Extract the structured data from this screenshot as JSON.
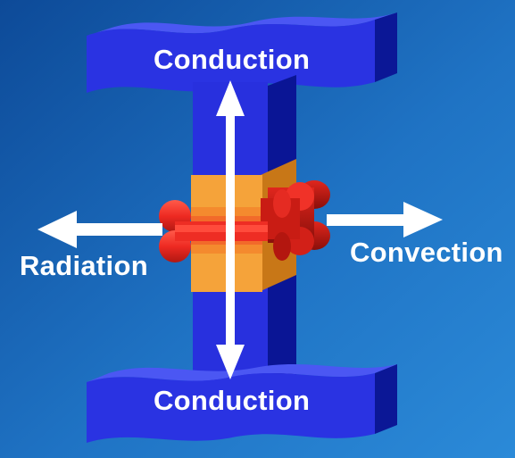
{
  "labels": {
    "conduction_top": "Conduction",
    "conduction_bottom": "Conduction",
    "radiation": "Radiation",
    "convection": "Convection"
  },
  "colors": {
    "background_dark": "#0b3f86",
    "background_light": "#2a86d6",
    "beam_front": "#2b33e0",
    "beam_side": "#0a1595",
    "beam_top": "#4a55f2",
    "block_front": "#f5a33a",
    "block_side": "#c97a1c",
    "bone_red": "#f2332a",
    "bone_dark": "#a8140f",
    "arrow": "#ffffff"
  },
  "icons": [
    "arrow-up-down-icon",
    "arrow-left-icon",
    "arrow-right-icon",
    "bone-icon"
  ]
}
